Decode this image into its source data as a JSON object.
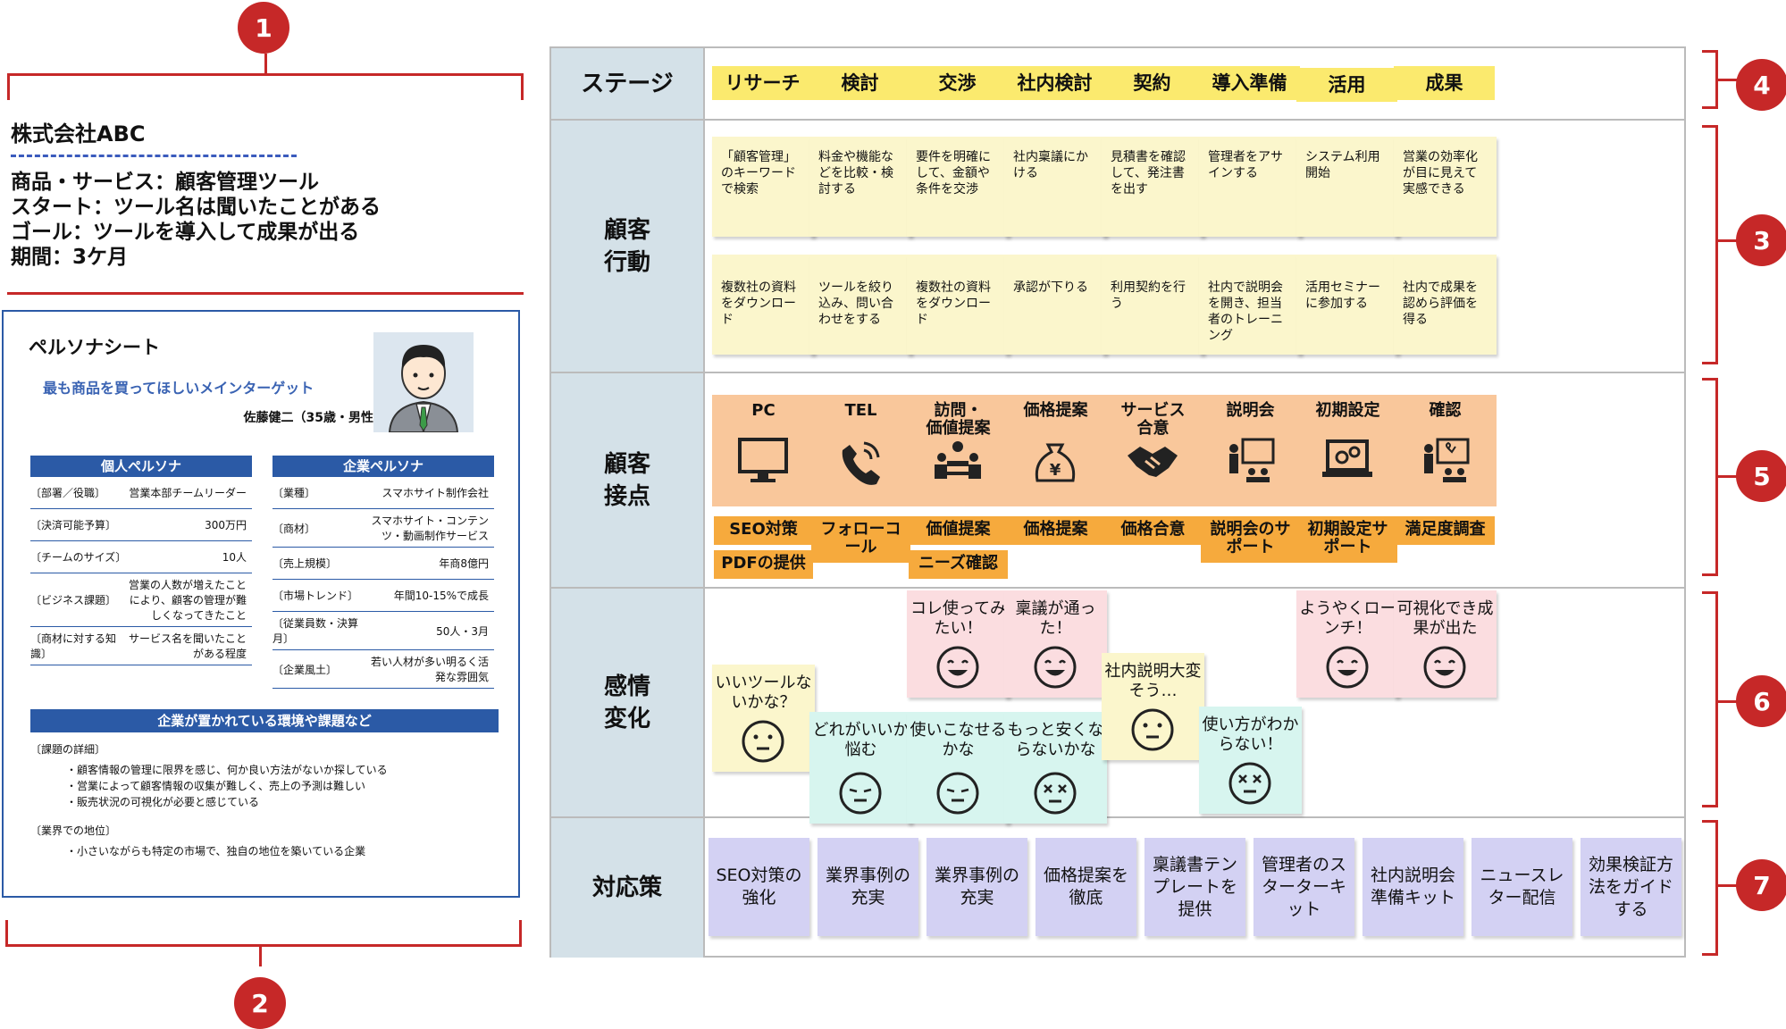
{
  "badges": [
    "1",
    "2",
    "3",
    "4",
    "5",
    "6",
    "7"
  ],
  "info": {
    "company": "株式会社ABC",
    "lines": [
      "商品・サービス：顧客管理ツール",
      "スタート：ツール名は聞いたことがある",
      "ゴール：ツールを導入して成果が出る",
      "期間：3ケ月"
    ]
  },
  "persona": {
    "title": "ペルソナシート",
    "subtitle": "最も商品を買ってほしいメインターゲット",
    "name": "佐藤健二（35歳・男性）",
    "personal": {
      "header": "個人ペルソナ",
      "rows": [
        {
          "k": "〔部署／役職〕",
          "v": "営業本部チームリーダー"
        },
        {
          "k": "〔決済可能予算〕",
          "v": "300万円"
        },
        {
          "k": "〔チームのサイズ〕",
          "v": "10人"
        },
        {
          "k": "〔ビジネス課題〕",
          "v": "営業の人数が増えたことにより、顧客の管理が難しくなってきたこと"
        },
        {
          "k": "〔商材に対する知識〕",
          "v": "サービス名を聞いたことがある程度"
        }
      ]
    },
    "company": {
      "header": "企業ペルソナ",
      "rows": [
        {
          "k": "〔業種〕",
          "v": "スマホサイト制作会社"
        },
        {
          "k": "〔商材〕",
          "v": "スマホサイト・コンテンツ・動画制作サービス"
        },
        {
          "k": "〔売上規模〕",
          "v": "年商8億円"
        },
        {
          "k": "〔市場トレンド〕",
          "v": "年間10-15%で成長"
        },
        {
          "k": "〔従業員数・決算月〕",
          "v": "50人・3月"
        },
        {
          "k": "〔企業風土〕",
          "v": "若い人材が多い明るく活発な雰囲気"
        }
      ]
    },
    "env": {
      "header": "企業が置かれている環境や課題など",
      "s1": "〔課題の詳細〕",
      "b1": [
        "・顧客情報の管理に限界を感じ、何か良い方法がないか探している",
        "・営業によって顧客情報の収集が難しく、売上の予測は難しい",
        "・販売状況の可視化が必要と感じている"
      ],
      "s2": "〔業界での地位〕",
      "b2": [
        "・小さいながらも特定の市場で、独自の地位を築いている企業"
      ]
    }
  },
  "rows": {
    "stage": "ステージ",
    "action": "顧客\n行動",
    "touch": "顧客\n接点",
    "emotion": "感情\n変化",
    "measure": "対応策"
  },
  "stages": [
    "リサーチ",
    "検討",
    "交渉",
    "社内検討",
    "契約",
    "導入準備",
    "活用",
    "成果"
  ],
  "actions_top": [
    "「顧客管理」のキーワードで検索",
    "料金や機能などを比較・検討する",
    "要件を明確にして、金額や条件を交渉",
    "社内稟議にかける",
    "見積書を確認して、発注書を出す",
    "管理者をアサインする",
    "システム利用開始",
    "営業の効率化が目に見えて実感できる"
  ],
  "actions_bottom": [
    "複数社の資料をダウンロード",
    "ツールを絞り込み、問い合わせをする",
    "複数社の資料をダウンロード",
    "承認が下りる",
    "利用契約を行う",
    "社内で説明会を開き、担当者のトレーニング",
    "活用セミナーに参加する",
    "社内で成果を認めら評価を得る"
  ],
  "touchpoints": [
    {
      "title": "PC",
      "icon": "monitor-icon",
      "tags": [
        "SEO対策",
        "PDFの提供"
      ]
    },
    {
      "title": "TEL",
      "icon": "phone-icon",
      "tags": [
        "フォローコール"
      ]
    },
    {
      "title": "訪問・\n価値提案",
      "icon": "meeting-icon",
      "tags": [
        "価値提案",
        "ニーズ確認"
      ]
    },
    {
      "title": "価格提案",
      "icon": "money-bag-icon",
      "tags": [
        "価格提案"
      ]
    },
    {
      "title": "サービス\n合意",
      "icon": "handshake-icon",
      "tags": [
        "価格合意"
      ]
    },
    {
      "title": "説明会",
      "icon": "presentation-icon",
      "tags": [
        "説明会のサポート"
      ]
    },
    {
      "title": "初期設定",
      "icon": "laptop-settings-icon",
      "tags": [
        "初期設定サポート"
      ]
    },
    {
      "title": "確認",
      "icon": "chart-presenter-icon",
      "tags": [
        "満足度調査"
      ]
    }
  ],
  "emotions": [
    {
      "text": "いいツールないかな？",
      "face": "neutral"
    },
    {
      "text": "どれがいいか悩む",
      "face": "sleepy"
    },
    {
      "text": "コレ使ってみたい！",
      "face": "happy"
    },
    {
      "text": "使いこなせるかな",
      "face": "sleepy"
    },
    {
      "text": "稟議が通った！",
      "face": "happy"
    },
    {
      "text": "もっと安くならないかな",
      "face": "dead"
    },
    {
      "text": "社内説明大変そう…",
      "face": "neutral"
    },
    {
      "text": "使い方がわからない！",
      "face": "dead"
    },
    {
      "text": "ようやくローンチ！",
      "face": "happy"
    },
    {
      "text": "可視化でき成果が出た",
      "face": "happy"
    }
  ],
  "measures": [
    "SEO対策の強化",
    "業界事例の充実",
    "業界事例の充実",
    "価格提案を徹底",
    "稟議書テンプレートを提供",
    "管理者のスターターキット",
    "社内説明会準備キット",
    "ニュースレター配信",
    "効果検証方法をガイドする"
  ],
  "colors": {
    "accent": "#c62828",
    "navy": "#2b5aa6",
    "stage": "#fbea6e",
    "sticky": "#fbf6cc",
    "touch": "#f9c79b",
    "tag": "#f6aa3d",
    "measure": "#d3d1f3"
  }
}
